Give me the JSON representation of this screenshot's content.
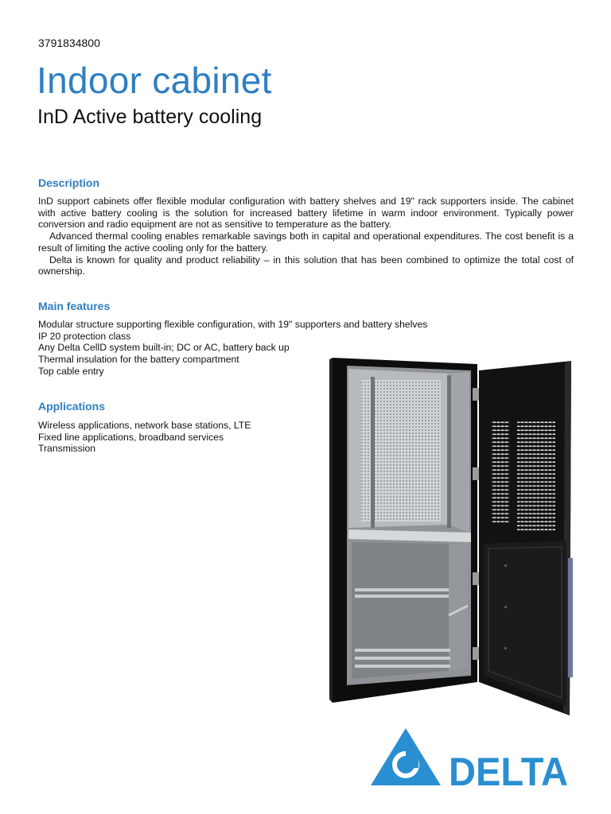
{
  "doc_number": "3791834800",
  "title": "Indoor cabinet",
  "subtitle": "InD Active battery cooling",
  "description": {
    "heading": "Description",
    "paragraphs": [
      "InD support cabinets offer flexible modular configuration with battery shelves and 19\" rack supporters inside. The cabinet with active battery cooling is the solution for increased battery lifetime in warm indoor environment. Typically power conversion and radio equipment are not as sensitive to temperature as the battery.",
      "Advanced thermal cooling enables remarkable savings both in capital and operational expenditures. The cost benefit is a result of limiting the active cooling only for the battery.",
      "Delta is known for quality and product reliability – in this solution that has been combined to optimize the total cost of ownership."
    ]
  },
  "features": {
    "heading": "Main features",
    "items": [
      "Modular structure supporting flexible configuration, with 19\" supporters and battery shelves",
      "IP 20 protection class",
      "Any Delta CellD system built-in; DC or AC, battery back up",
      "Thermal insulation for the battery compartment",
      "Top cable entry"
    ]
  },
  "applications": {
    "heading": "Applications",
    "items": [
      "Wireless applications, network base stations, LTE",
      "Fixed line applications, broadband services",
      "Transmission"
    ]
  },
  "logo": {
    "text": "DELTA",
    "color": "#2a8fd0"
  },
  "colors": {
    "accent": "#2f7fc1"
  }
}
